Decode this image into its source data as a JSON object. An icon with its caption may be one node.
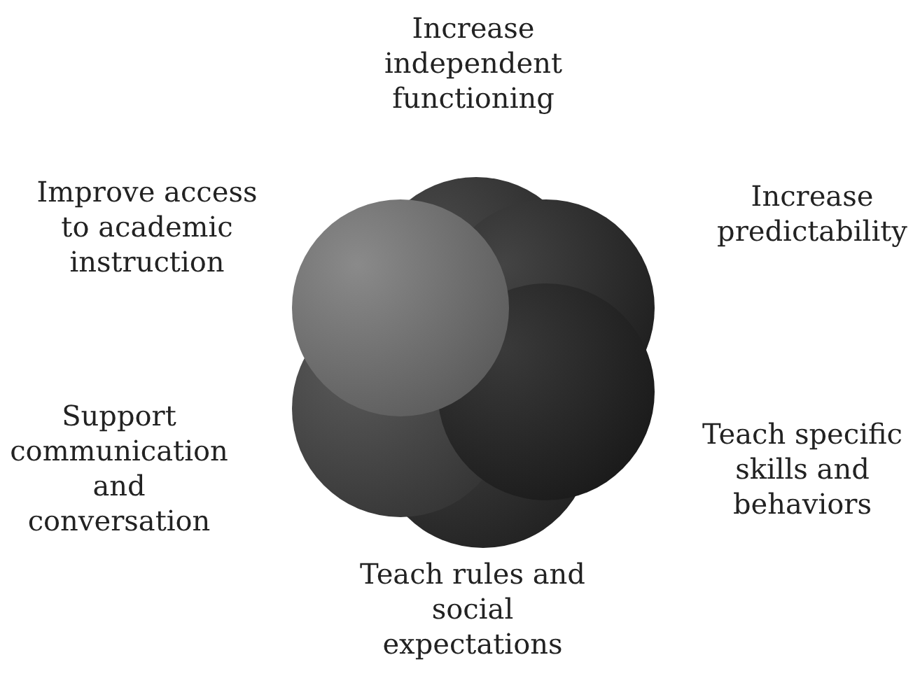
{
  "diagram": {
    "nodes": [
      {
        "text": [],
        "shape": "circle",
        "beside": [
          "Increase independent functioning"
        ]
      },
      {
        "text": [],
        "shape": "circle",
        "beside": [
          "Increase predictability"
        ]
      },
      {
        "text": [],
        "shape": "circle",
        "beside": [
          "Teach specific skills and behaviors"
        ]
      },
      {
        "text": [],
        "shape": "circle",
        "beside": [
          "Teach rules and social expectations"
        ]
      },
      {
        "text": [],
        "shape": "circle",
        "beside": [
          "Support communication and conversation"
        ]
      },
      {
        "text": [],
        "shape": "circle",
        "beside": [
          "Improve access to academic instruction"
        ]
      }
    ]
  }
}
